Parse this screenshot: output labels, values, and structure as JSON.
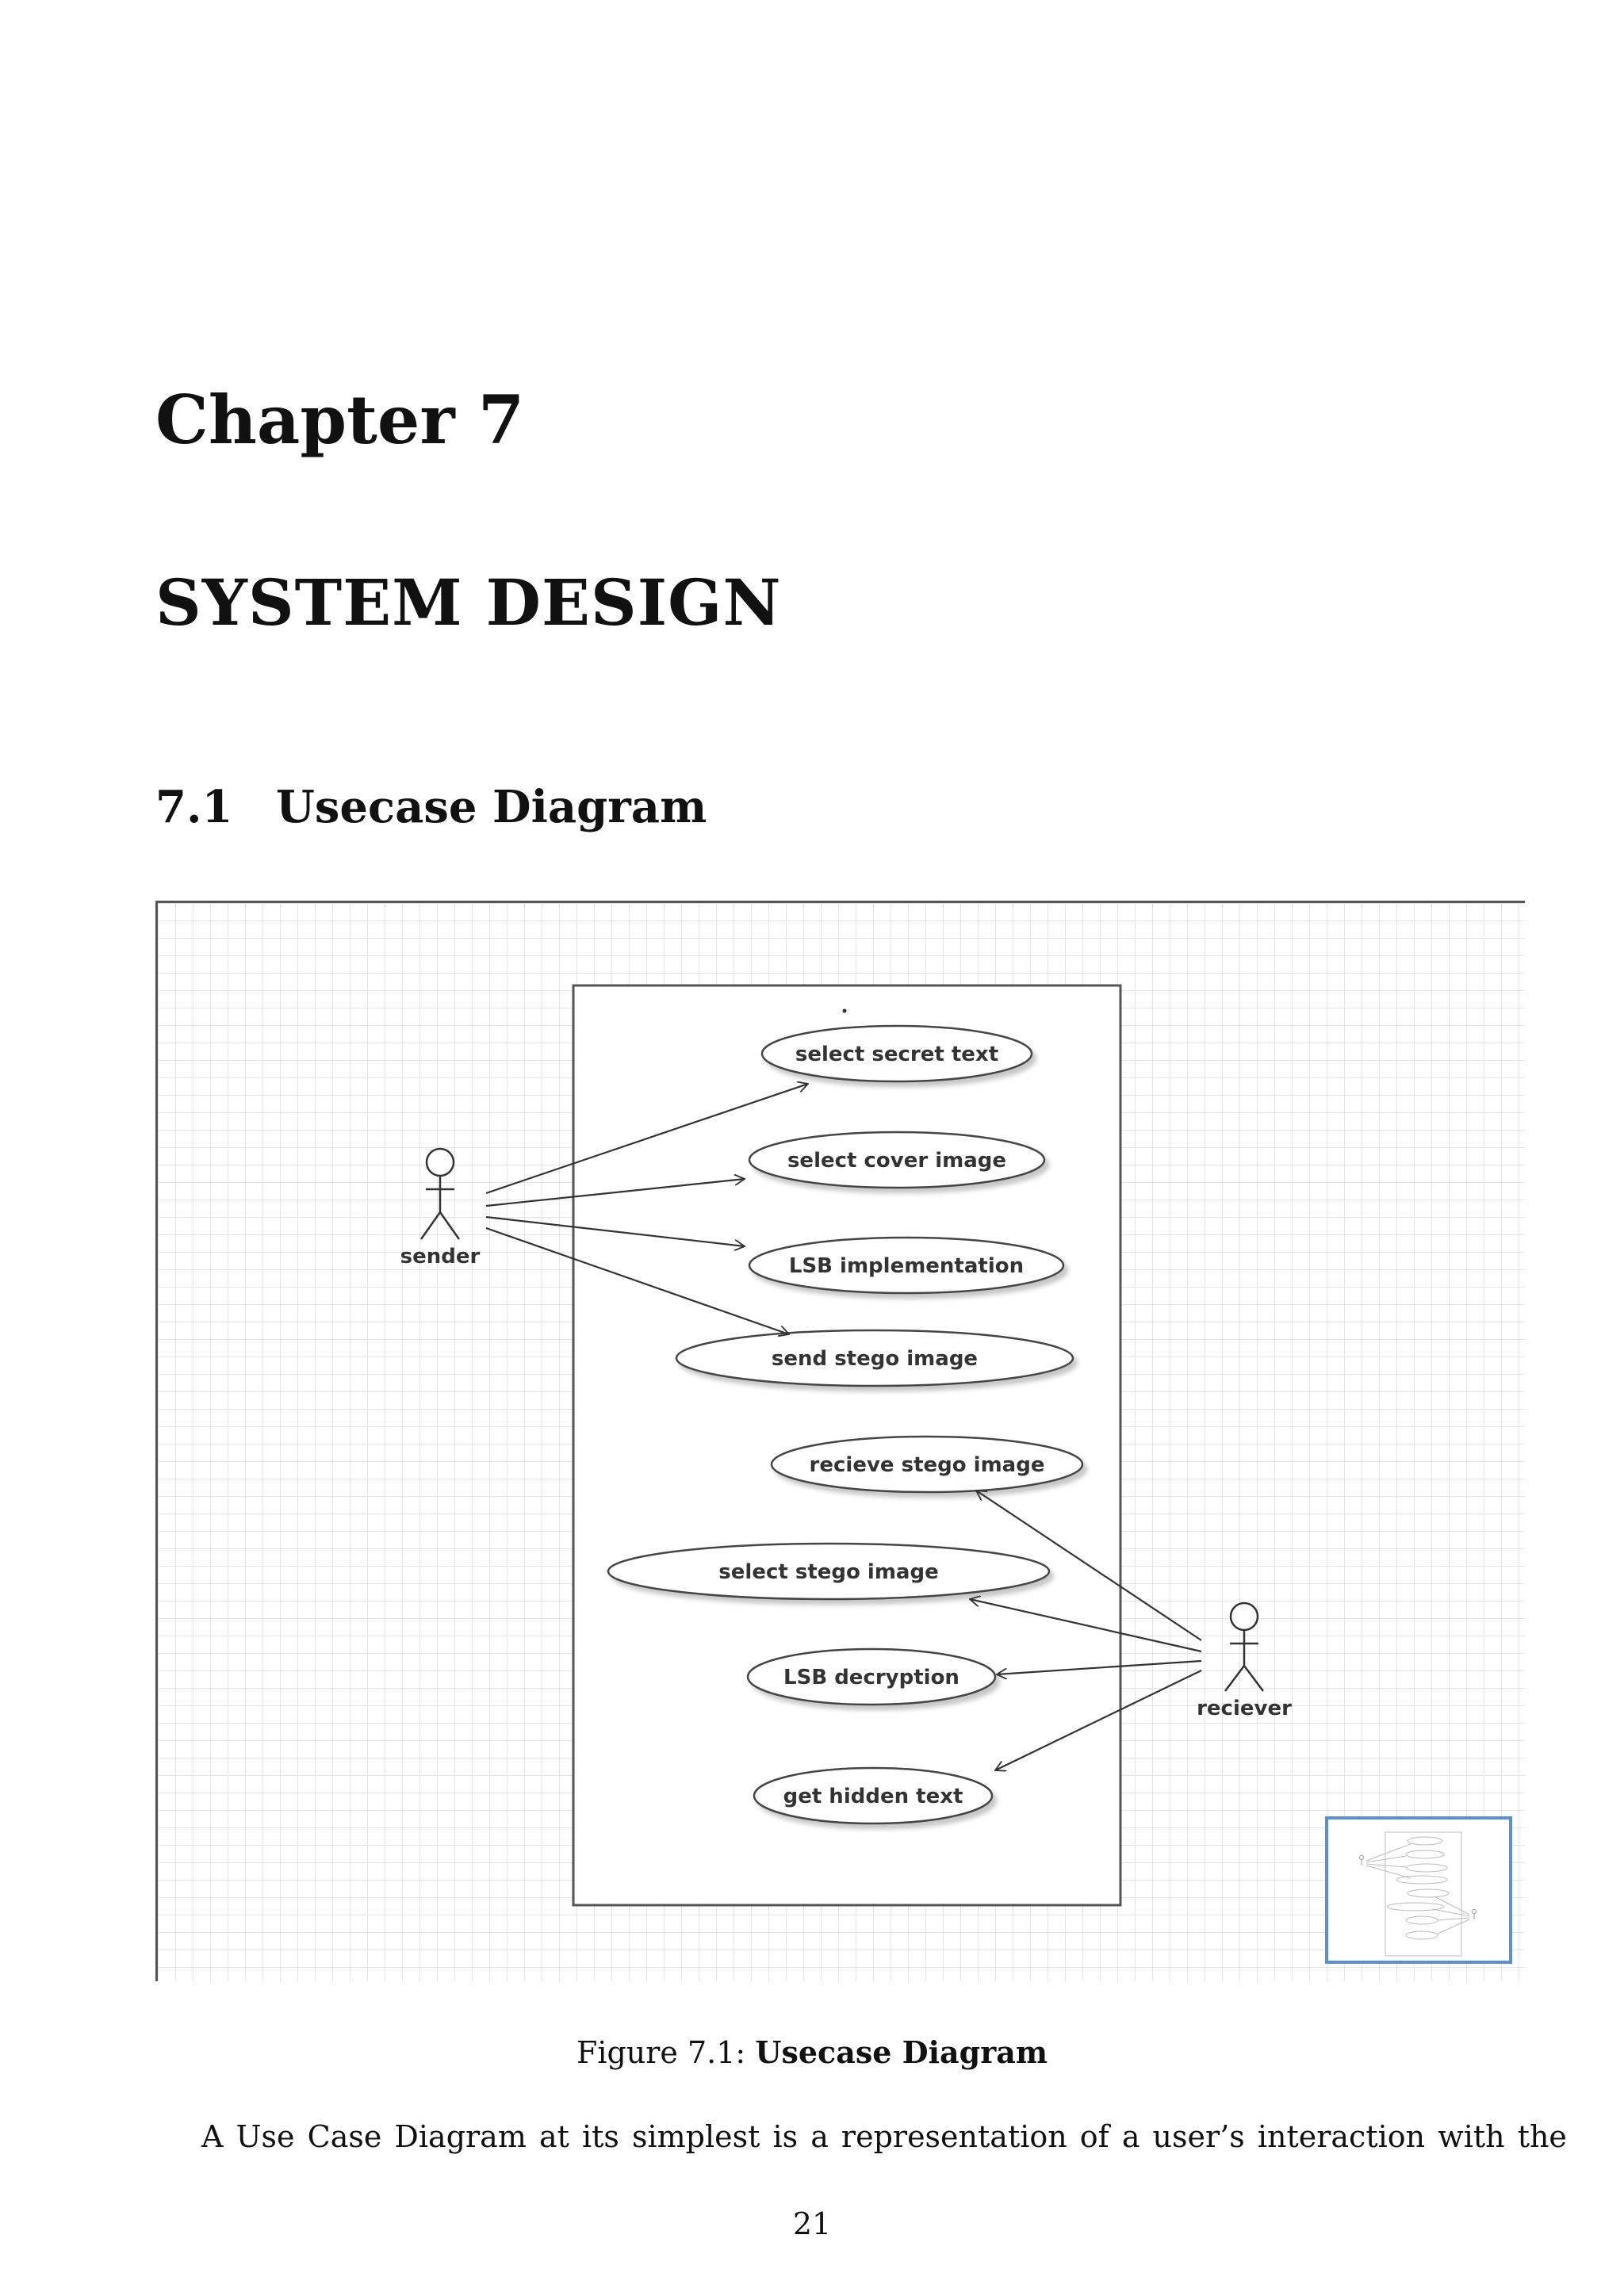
{
  "chapter": {
    "label": "Chapter 7",
    "title": "SYSTEM DESIGN"
  },
  "section": {
    "number": "7.1",
    "title": "Usecase Diagram"
  },
  "diagram": {
    "actors": {
      "sender": "sender",
      "receiver": "reciever"
    },
    "use_cases": [
      "select secret text",
      "select cover image",
      "LSB implementation",
      "send stego image",
      "recieve stego image",
      "select stego image",
      "LSB decryption",
      "get hidden text"
    ],
    "associations": [
      {
        "from": "sender",
        "to": "select secret text"
      },
      {
        "from": "sender",
        "to": "select cover image"
      },
      {
        "from": "sender",
        "to": "LSB implementation"
      },
      {
        "from": "sender",
        "to": "send stego image"
      },
      {
        "from": "reciever",
        "to": "recieve stego image"
      },
      {
        "from": "reciever",
        "to": "select stego image"
      },
      {
        "from": "reciever",
        "to": "LSB decryption"
      },
      {
        "from": "reciever",
        "to": "get hidden text"
      }
    ]
  },
  "figure": {
    "caption_prefix": "Figure 7.1:",
    "caption_title": "Usecase Diagram"
  },
  "body": {
    "paragraph_start": "A Use Case Diagram at its simplest is a representation of a user’s interaction with the"
  },
  "page": {
    "number": "21"
  }
}
